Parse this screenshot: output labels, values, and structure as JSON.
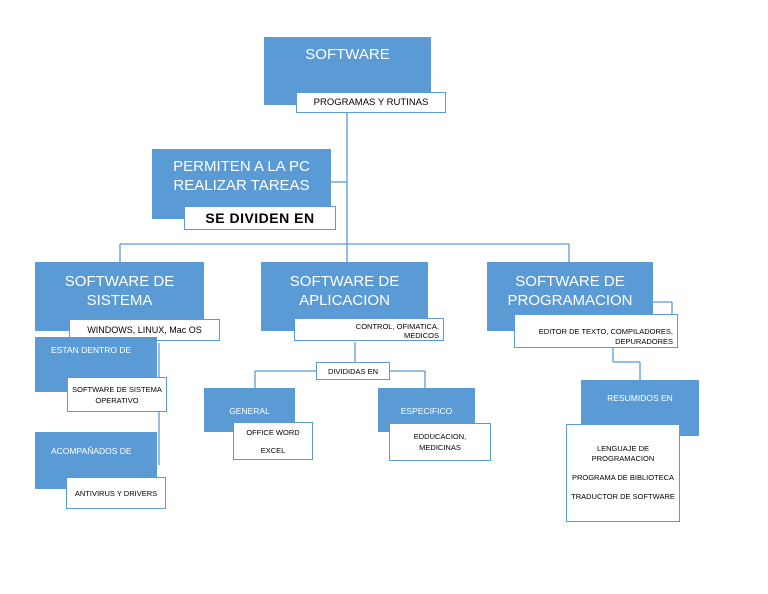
{
  "colors": {
    "box": "#5b9bd5",
    "line": "#5b9bd5",
    "label_bg": "#ffffff"
  },
  "root": {
    "title": "SOFTWARE",
    "sub": "PROGRAMAS Y RUTINAS"
  },
  "level2": {
    "line1": "PERMITEN A LA PC",
    "line2": "REALIZAR TAREAS",
    "sub": "SE DIVIDEN EN"
  },
  "sistema": {
    "line1": "SOFTWARE DE",
    "line2": "SISTEMA",
    "sub": "WINDOWS, LINUX, Mac OS",
    "estan": "ESTAN DENTRO DE",
    "estan_sub_1": "SOFTWARE DE SISTEMA",
    "estan_sub_2": "OPERATIVO",
    "acomp": "ACOMPAÑADOS DE",
    "acomp_sub": "ANTIVIRUS Y DRIVERS"
  },
  "aplicacion": {
    "line1": "SOFTWARE DE",
    "line2": "APLICACION",
    "sub_1": "CONTROL, OFIMATICA,",
    "sub_2": "MEDICOS",
    "divididas": "DIVIDIDAS EN",
    "general": "GENERAL",
    "general_sub_1": "OFFICE WORD",
    "general_sub_2": "EXCEL",
    "especifico": "ESPECIFICO",
    "especifico_sub_1": "EDDUCACION,",
    "especifico_sub_2": "MEDICINAS"
  },
  "programacion": {
    "line1": "SOFTWARE DE",
    "line2": "PROGRAMACION",
    "sub_1": "EDITOR DE TEXTO, COMPILADORES,",
    "sub_2": "DEPURADORES",
    "resumidos": "RESUMIDOS EN",
    "items": [
      "LENGUAJE DE",
      "PROGRAMACION",
      "PROGRAMA DE BIBLIOTECA",
      "TRADUCTOR DE SOFTWARE"
    ]
  }
}
